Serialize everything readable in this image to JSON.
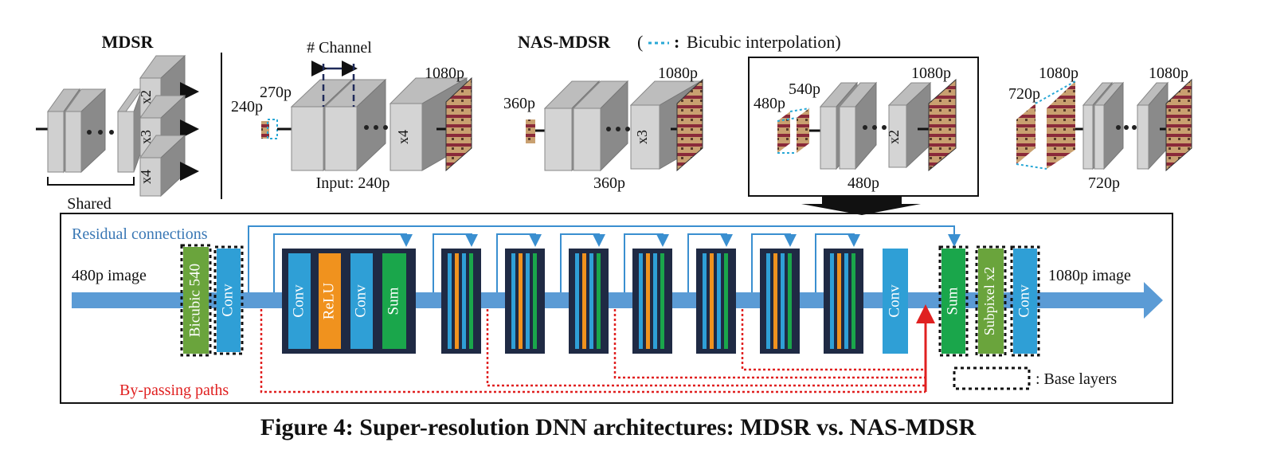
{
  "mdsr": {
    "title": "MDSR",
    "scales": [
      "x2",
      "x3",
      "x4"
    ],
    "shared_label": "Shared"
  },
  "nas_mdsr": {
    "title": "NAS-MDSR",
    "legend": "Bicubic interpolation)",
    "legend_open_paren": "(",
    "legend_colon": ":",
    "channel_label": "# Channel",
    "panels": [
      {
        "low_res": "240p",
        "mid_res": "270p",
        "high_res": "1080p",
        "scale": "x4",
        "input_label": "Input: 240p"
      },
      {
        "low_res": "360p",
        "high_res": "1080p",
        "scale": "x3",
        "input_label": "360p"
      },
      {
        "low_res": "480p",
        "mid_res": "540p",
        "high_res": "1080p",
        "scale": "x2",
        "input_label": "480p"
      },
      {
        "low_res": "720p",
        "high_res": "1080p",
        "mid_res": "1080p",
        "input_label": "720p"
      }
    ]
  },
  "detail": {
    "residual_label": "Residual connections",
    "bypass_label": "By-passing paths",
    "input_label": "480p image",
    "output_label": "1080p image",
    "bicubic_label": "Bicubic 540",
    "conv_label": "Conv",
    "relu_label": "ReLU",
    "sum_label": "Sum",
    "subpixel_label": "Subpixel x2",
    "base_layers_label": ": Base layers"
  },
  "colors": {
    "blue": "#2f9fd6",
    "orange": "#f0921e",
    "green": "#1aa64b",
    "lightgreen": "#6aa43c",
    "navy": "#1f2a44",
    "arrow": "#5b9bd5",
    "red": "#e02020",
    "residual_text": "#3a78b5"
  },
  "caption": "Figure 4: Super-resolution DNN architectures: MDSR vs. NAS-MDSR"
}
